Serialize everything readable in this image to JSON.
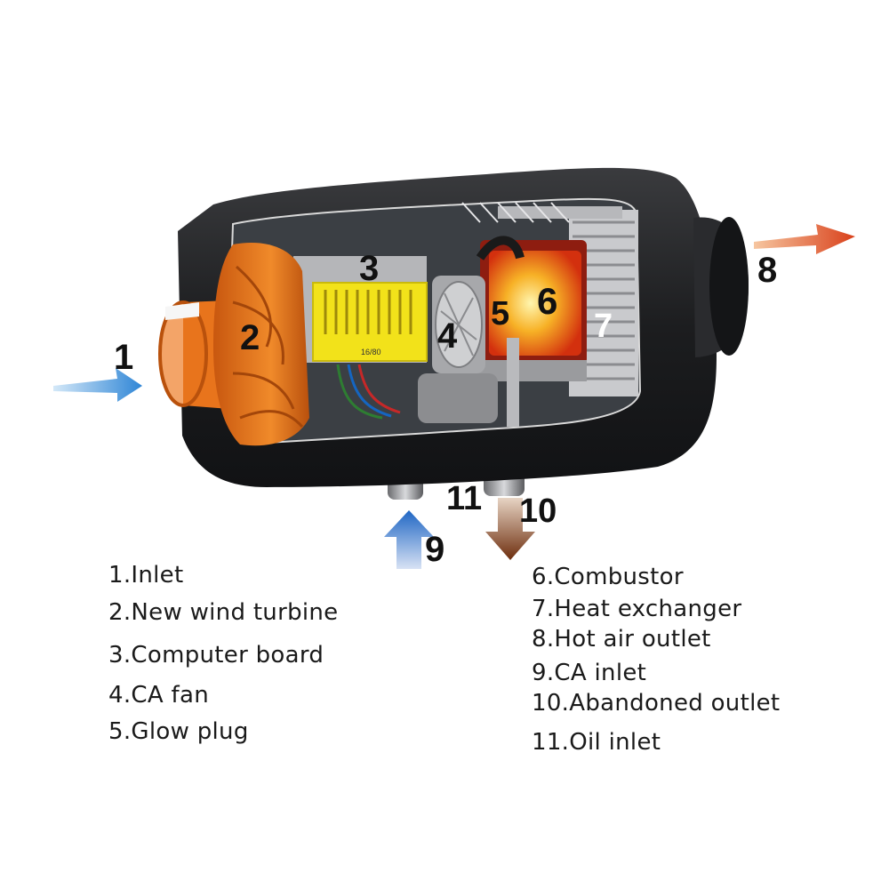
{
  "callouts": {
    "inlet": "1",
    "turbine": "2",
    "board": "3",
    "fan": "4",
    "glow": "5",
    "combustor": "6",
    "exchanger": "7",
    "hot_air": "8",
    "ca_inlet": "9",
    "abandoned": "10",
    "oil": "11"
  },
  "board_label": "16/80",
  "legend": {
    "left": [
      "1.Inlet",
      "2.New wind turbine",
      "3.Computer board",
      "4.CA fan",
      "5.Glow plug"
    ],
    "right": [
      "6.Combustor",
      "7.Heat exchanger",
      "8.Hot air outlet",
      "9.CA inlet",
      "10.Abandoned outlet",
      "11.Oil inlet"
    ]
  },
  "colors": {
    "housing": "#1c1d1f",
    "turbine": "#e8741c",
    "board": "#f2e21a",
    "flame": "#f07a1a",
    "arrow_blue": "#3a8fd8",
    "arrow_hot": "#e0521e",
    "arrow_brown": "#7a3d16"
  }
}
